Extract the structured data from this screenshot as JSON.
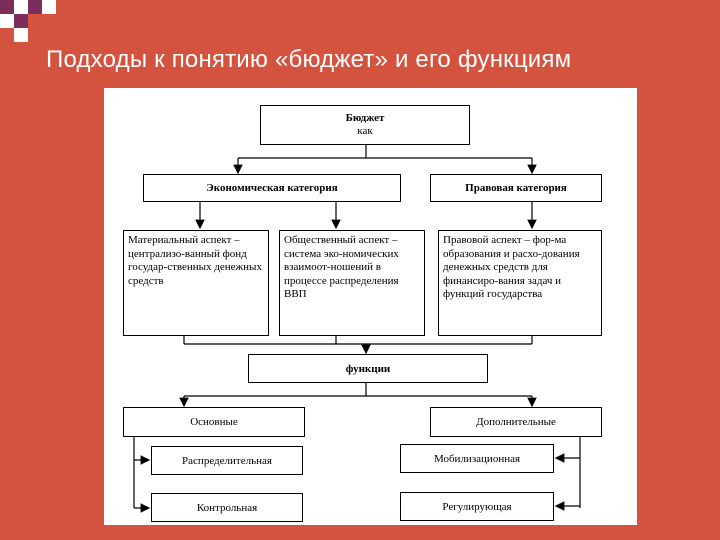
{
  "slide": {
    "title": "Подходы к понятию «бюджет» и его функциям",
    "background_color": "#d4533f",
    "corner_colors": [
      "#7b2d5b",
      "#d4533f",
      "#ffffff"
    ]
  },
  "diagram": {
    "root": {
      "line1": "Бюджет",
      "line2": "как"
    },
    "categories": {
      "economic": "Экономическая категория",
      "legal": "Правовая категория"
    },
    "aspects": {
      "material": "Материальный аспект – централизо-ванный фонд государ-ственных денежных средств",
      "social": "Общественный аспект – система эко-номических взаимоот-ношений в процессе распределения ВВП",
      "legal": "Правовой аспект – фор-ма образования и расхо-дования денежных средств для финансиро-вания задач и функций государства"
    },
    "functions": "функции",
    "groups": {
      "main": "Основные",
      "additional": "Дополнительные"
    },
    "main_functions": [
      "Распределительная",
      "Контрольная"
    ],
    "additional_functions": [
      "Мобилизационная",
      "Регулирующая"
    ]
  }
}
